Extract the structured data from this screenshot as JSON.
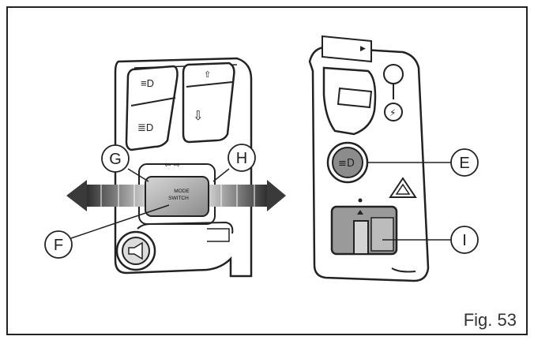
{
  "figure": {
    "caption": "Fig. 53"
  },
  "callouts": {
    "e": "E",
    "f": "F",
    "g": "G",
    "h": "H",
    "i": "I"
  },
  "mode_switch": {
    "line1": "MODE",
    "line2": "SWITCH"
  },
  "colors": {
    "outline": "#222222",
    "body_fill": "#ffffff",
    "button_dark": "#6e6e6e",
    "button_mid": "#b5b5b5",
    "arrow": "#3a3a3a"
  }
}
